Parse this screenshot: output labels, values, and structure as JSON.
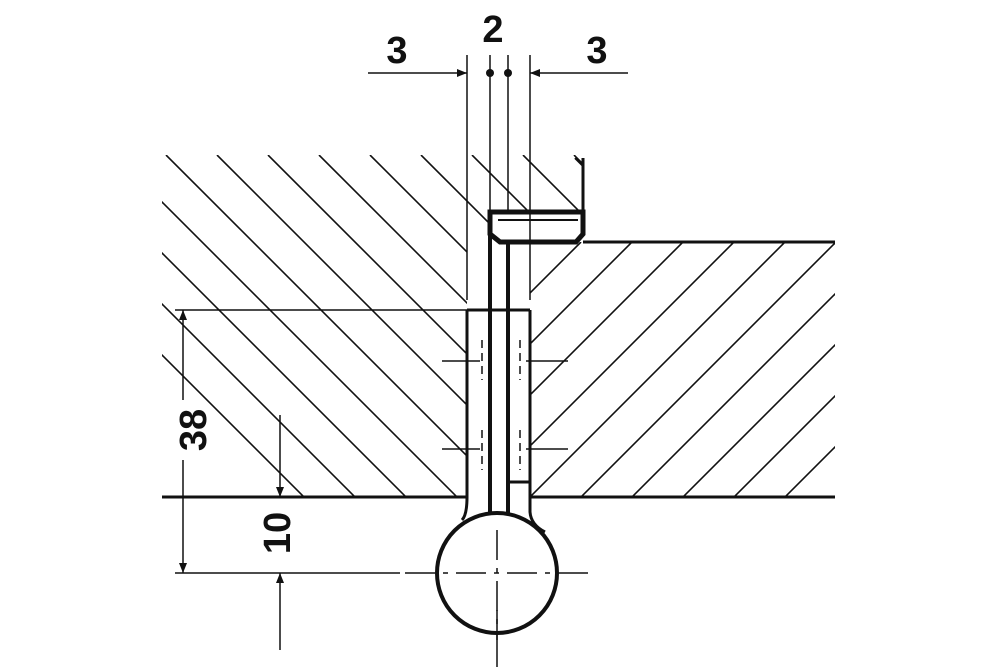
{
  "drawing": {
    "line_color": "#111111",
    "background": "#ffffff",
    "dimensions": {
      "gap_left": "3",
      "pin_width": "2",
      "gap_right": "3",
      "height_total": "38",
      "height_knuckle": "10"
    }
  }
}
